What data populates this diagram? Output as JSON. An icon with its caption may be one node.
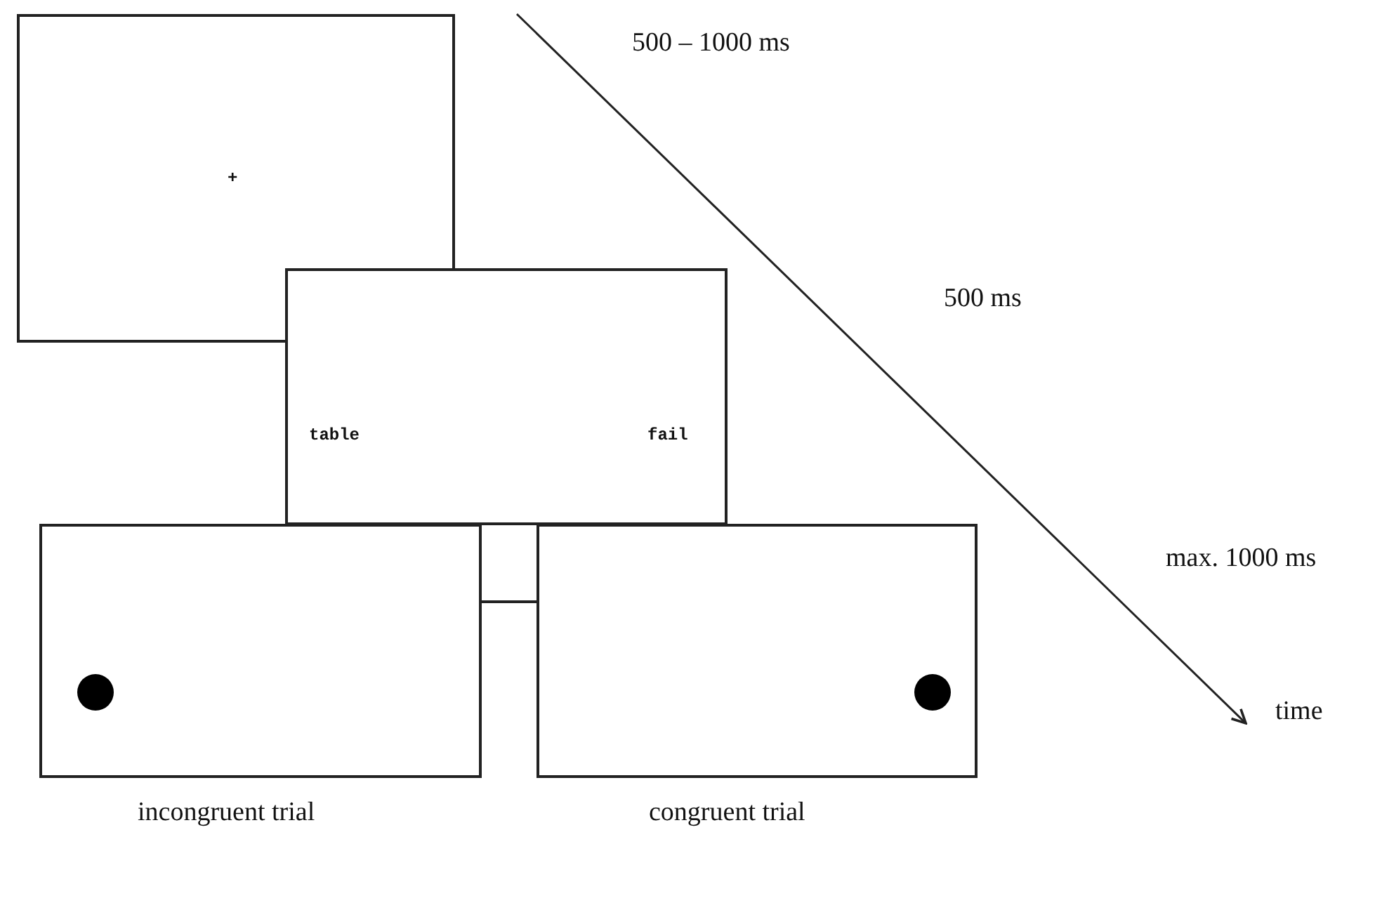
{
  "diagram": {
    "nodes": [
      {
        "text": [
          "+"
        ]
      },
      {
        "text": [
          "table",
          "fail"
        ]
      },
      {
        "text": [
          "incongruent trial"
        ]
      },
      {
        "text": [
          "congruent trial"
        ]
      }
    ],
    "edges": [
      {
        "from": 2,
        "to": 3,
        "arrow": "none"
      }
    ],
    "labels": [
      "500 – 1000 ms",
      "500 ms",
      "max. 1000 ms",
      "time"
    ]
  }
}
